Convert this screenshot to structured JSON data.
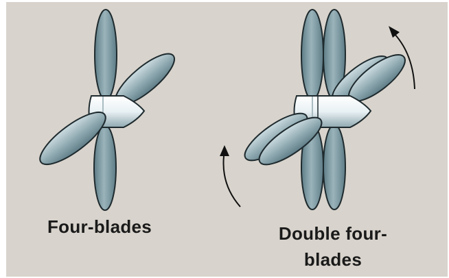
{
  "labels": {
    "left": "Four-blades",
    "right_line1": "Double four-",
    "right_line2": "blades"
  },
  "colors": {
    "background": "#d8d3cc",
    "blade_dark": "#6f8f98",
    "blade_light": "#c8d8dc",
    "hub_light": "#f2f7f9",
    "hub_shade": "#8fa8b0",
    "outline": "#1e2a2e",
    "text": "#1a1a1a"
  },
  "icons": {
    "left_propeller": "four-blade-propeller-icon",
    "right_propeller": "double-four-blade-propeller-icon",
    "rotation_arrows": "rotation-arrow-icon"
  }
}
